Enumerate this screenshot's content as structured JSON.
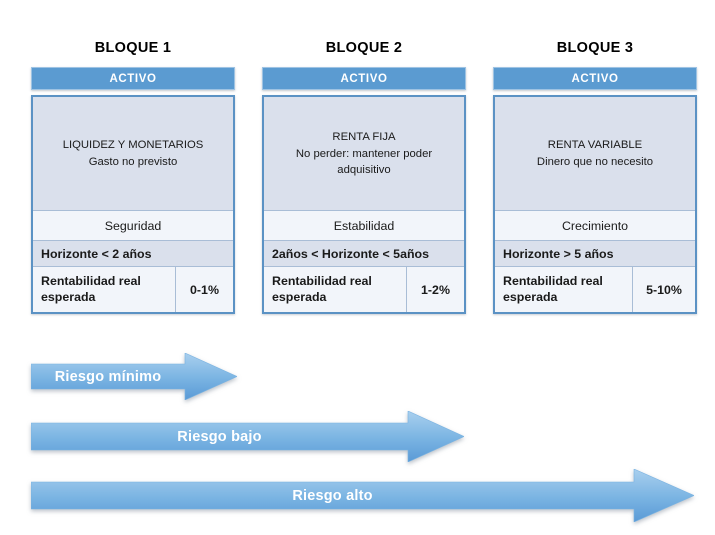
{
  "blocks": [
    {
      "title": "BLOQUE 1",
      "header": "ACTIVO",
      "asset": "LIQUIDEZ Y MONETARIOS",
      "purpose": "Gasto no previsto",
      "quality": "Seguridad",
      "horizon": "Horizonte < 2 años",
      "return_label": "Rentabilidad real esperada",
      "return_value": "0-1%"
    },
    {
      "title": "BLOQUE 2",
      "header": "ACTIVO",
      "asset": "RENTA FIJA",
      "purpose": "No perder: mantener poder adquisitivo",
      "quality": "Estabilidad",
      "horizon": "2años < Horizonte < 5años",
      "return_label": "Rentabilidad real esperada",
      "return_value": "1-2%"
    },
    {
      "title": "BLOQUE 3",
      "header": "ACTIVO",
      "asset": "RENTA VARIABLE",
      "purpose": "Dinero que no necesito",
      "quality": "Crecimiento",
      "horizon": "Horizonte > 5 años",
      "return_label": "Rentabilidad real esperada",
      "return_value": "5-10%"
    }
  ],
  "arrows": [
    {
      "label": "Riesgo mínimo"
    },
    {
      "label": "Riesgo bajo"
    },
    {
      "label": "Riesgo alto"
    }
  ],
  "colors": {
    "header_blue": "#5b9bd1",
    "table_border": "#5b92c4",
    "cell_fill": "#dae0ec",
    "cell_light": "#f2f5fa",
    "arrow_light": "#a8cdeb",
    "arrow_dark": "#5b9bd9",
    "text": "#1a1a1a",
    "header_text": "#ffffff"
  }
}
